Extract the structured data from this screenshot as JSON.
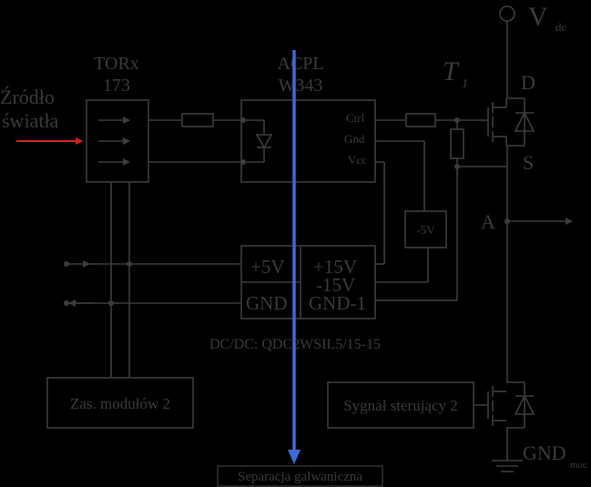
{
  "labels": {
    "vdc_main": "V",
    "vdc_sub": "dc",
    "torx_line1": "TORx",
    "torx_line2": "173",
    "acpl_line1": "ACPL",
    "acpl_line2": "W343",
    "t_main": "T",
    "t_sub": "1",
    "source_line1": "Źródło",
    "source_line2": "światła",
    "pin_ctrl": "Ctrl",
    "pin_gnd": "Gnd",
    "pin_vcc": "Vcc",
    "drain": "D",
    "source": "S",
    "node_a": "A",
    "neg5v": "-5V",
    "plus5v": "+5V",
    "gnd": "GND",
    "plus15v": "+15V",
    "minus15v": "-15V",
    "gnd1": "GND-1",
    "dcdc": "DC/DC: QDC2WSIL5/15-15",
    "zas": "Zas. modułów 2",
    "sygnal": "Sygnał sterujący 2",
    "gnd_main": "GND",
    "gnd_sub": "moc",
    "separacja": "Separacja galwaniczna"
  },
  "colors": {
    "background": "#000000",
    "wire": "#3c3c3c",
    "text": "#3a3a3a",
    "separation_line": "#3b6bd8",
    "light_arrow": "#d81e1e"
  }
}
